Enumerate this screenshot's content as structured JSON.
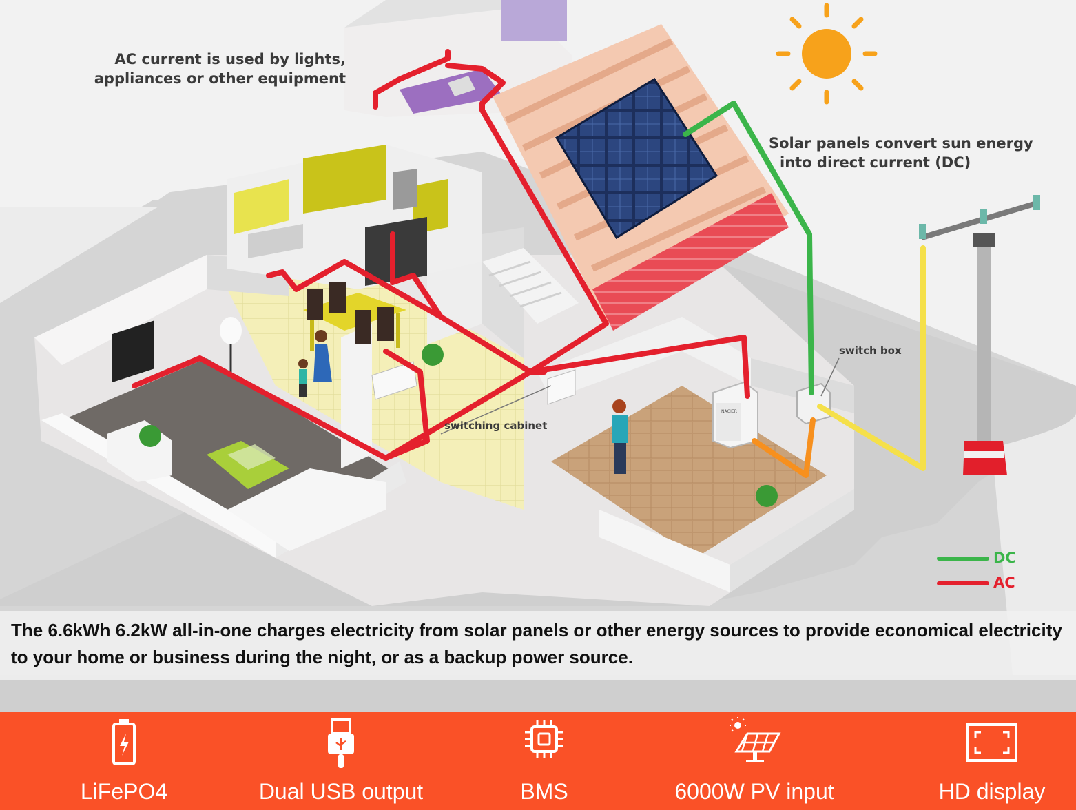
{
  "labels": {
    "ac_usage": [
      "AC current is used by lights,",
      "appliances or other equipment"
    ],
    "solar": [
      "Solar panels convert sun energy",
      "into direct current (DC)"
    ],
    "switch_box": "switch box",
    "switching_cabinet": "switching cabinet",
    "inverter_brand": "NAGIER"
  },
  "legend": [
    {
      "label": "DC",
      "color": "#3bb54a"
    },
    {
      "label": "AC",
      "color": "#e4202d"
    }
  ],
  "caption": "The 6.6kWh 6.2kW all-in-one charges electricity from solar panels or other energy sources to provide economical electricity to your home or business during the night, or as a backup power source.",
  "features": [
    {
      "label": "LiFePO4",
      "icon": "battery-icon"
    },
    {
      "label": "Dual USB output",
      "icon": "usb-icon"
    },
    {
      "label": "BMS",
      "icon": "chip-icon"
    },
    {
      "label": "6000W PV input",
      "icon": "solar-panel-icon"
    },
    {
      "label": "HD display",
      "icon": "display-icon"
    }
  ],
  "colors": {
    "ac_wire": "#e4202d",
    "dc_wire": "#3bb54a",
    "grid_wire": "#f5e04a",
    "battery_wire": "#f7901e",
    "feature_bar": "#fa5127",
    "sun": "#f7a21b"
  }
}
